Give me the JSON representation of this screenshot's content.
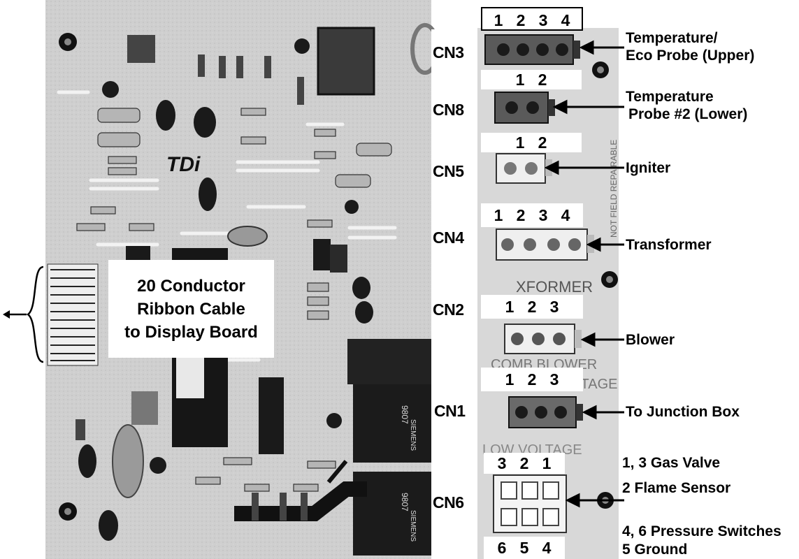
{
  "ribbon_label": [
    "20 Conductor",
    "Ribbon Cable",
    "to Display Board"
  ],
  "connectors": {
    "cn3": {
      "name": "CN3",
      "pins": [
        "1",
        "2",
        "3",
        "4"
      ],
      "desc": [
        "Temperature/",
        "Eco Probe (Upper)"
      ]
    },
    "cn8": {
      "name": "CN8",
      "pins": [
        "1",
        "2"
      ],
      "desc": [
        "Temperature",
        "Probe #2 (Lower)"
      ]
    },
    "cn5": {
      "name": "CN5",
      "pins": [
        "1",
        "2"
      ],
      "desc": [
        "Igniter"
      ]
    },
    "cn4": {
      "name": "CN4",
      "pins": [
        "1",
        "2",
        "3",
        "4"
      ],
      "desc": [
        "Transformer"
      ]
    },
    "cn2": {
      "name": "CN2",
      "pins": [
        "1",
        "2",
        "3"
      ],
      "desc": [
        "Blower"
      ]
    },
    "cn1": {
      "name": "CN1",
      "pins": [
        "1",
        "2",
        "3"
      ],
      "desc": [
        "To Junction Box"
      ]
    },
    "cn6": {
      "name": "CN6",
      "pins_top": [
        "3",
        "2",
        "1"
      ],
      "pins_bottom": [
        "6",
        "5",
        "4"
      ],
      "desc": [
        "1, 3 Gas Valve",
        "2 Flame Sensor",
        "4, 6 Pressure Switches",
        "5 Ground"
      ]
    }
  },
  "board_silkscreen": {
    "xformer": "XFORMER",
    "not_field_repairable": "NOT FIELD REPAIRABLE",
    "comp_blower": "COMB BLOWER",
    "voltage": "VOLTAGE",
    "low_voltage": "LOW VOLTAGE",
    "tdi_logo": "TDi",
    "relay_brand": "SIEMENS",
    "relay_model": "9807"
  }
}
